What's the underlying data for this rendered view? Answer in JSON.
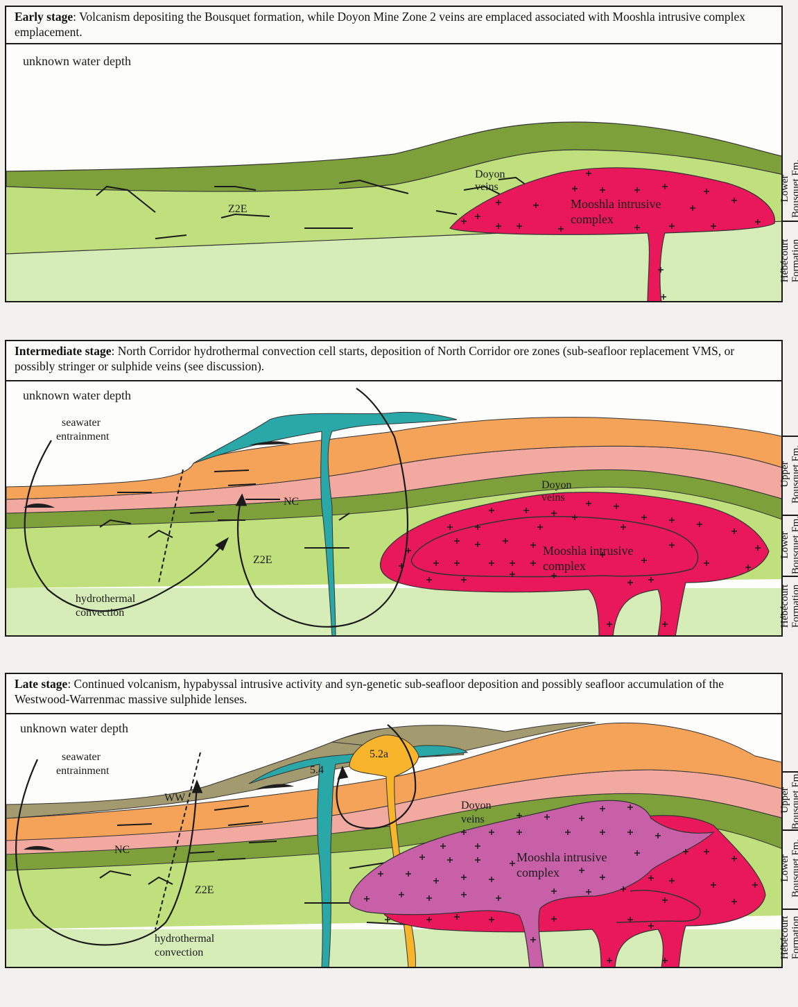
{
  "colors": {
    "hebecourt": "#d7edb8",
    "lower_bousquet": "#bfe07c",
    "lower_bousquet_dark": "#7ea03a",
    "upper_pink": "#f2a9a0",
    "upper_orange": "#f6a35a",
    "top_olive": "#a39b6f",
    "intrusive_red": "#e8185a",
    "intrusive_purple": "#c860a8",
    "feeder_teal": "#2aa8a8",
    "dyke_yellow": "#f8b52c",
    "sulphide_black": "#1e1e1e"
  },
  "panels": [
    {
      "caption_bold": "Early stage",
      "caption_text": ": Volcanism depositing the Bousquet formation, while Doyon Mine Zone 2 veins are emplaced associated with Mooshla intrusive complex emplacement.",
      "water_depth": "unknown water depth",
      "labels": {
        "doyon_line1": "Doyon",
        "doyon_line2": "veins",
        "mooshla_line1": "Mooshla intrusive",
        "mooshla_line2": "complex",
        "z2e": "Z2E"
      },
      "side_labels": [
        {
          "lines": [
            "Lower",
            "Bousquet Fm."
          ]
        },
        {
          "lines": [
            "Hébécourt",
            "Formation"
          ]
        }
      ]
    },
    {
      "caption_bold": "Intermediate stage",
      "caption_text": ": North Corridor hydrothermal convection cell starts, deposition of North Corridor ore zones (sub-seafloor replacement VMS, or possibly stringer or sulphide veins (see discussion).",
      "water_depth": "unknown water depth",
      "labels": {
        "seawater_line1": "seawater",
        "seawater_line2": "entrainment",
        "hydro_line1": "hydrothermal",
        "hydro_line2": "convection",
        "nc": "NC",
        "z2e": "Z2E",
        "doyon_line1": "Doyon",
        "doyon_line2": "veins",
        "mooshla_line1": "Mooshla intrusive",
        "mooshla_line2": "complex"
      },
      "side_labels": [
        {
          "lines": [
            "Upper",
            "Bousquet Fm."
          ]
        },
        {
          "lines": [
            "Lower",
            "Bousquet Fm."
          ]
        },
        {
          "lines": [
            "Hébécourt",
            "Formation"
          ]
        }
      ]
    },
    {
      "caption_bold": "Late stage",
      "caption_text": ": Continued volcanism, hypabyssal intrusive activity and syn-genetic sub-seafloor deposition and possibly seafloor accumulation of the Westwood-Warrenmac massive sulphide lenses.",
      "water_depth": "unknown water depth",
      "labels": {
        "seawater_line1": "seawater",
        "seawater_line2": "entrainment",
        "hydro_line1": "hydrothermal",
        "hydro_line2": "convection",
        "ww": "WW",
        "nc": "NC",
        "z2e": "Z2E",
        "unit_54": "5.4",
        "unit_52a": "5.2a",
        "doyon_line1": "Doyon",
        "doyon_line2": "veins",
        "mooshla_line1": "Mooshla intrusive",
        "mooshla_line2": "complex"
      },
      "side_labels": [
        {
          "lines": [
            "Upper",
            "Bousquet Fm."
          ]
        },
        {
          "lines": [
            "Lower",
            "Bousquet Fm."
          ]
        },
        {
          "lines": [
            "Hébécourt",
            "Formation"
          ]
        }
      ]
    }
  ]
}
